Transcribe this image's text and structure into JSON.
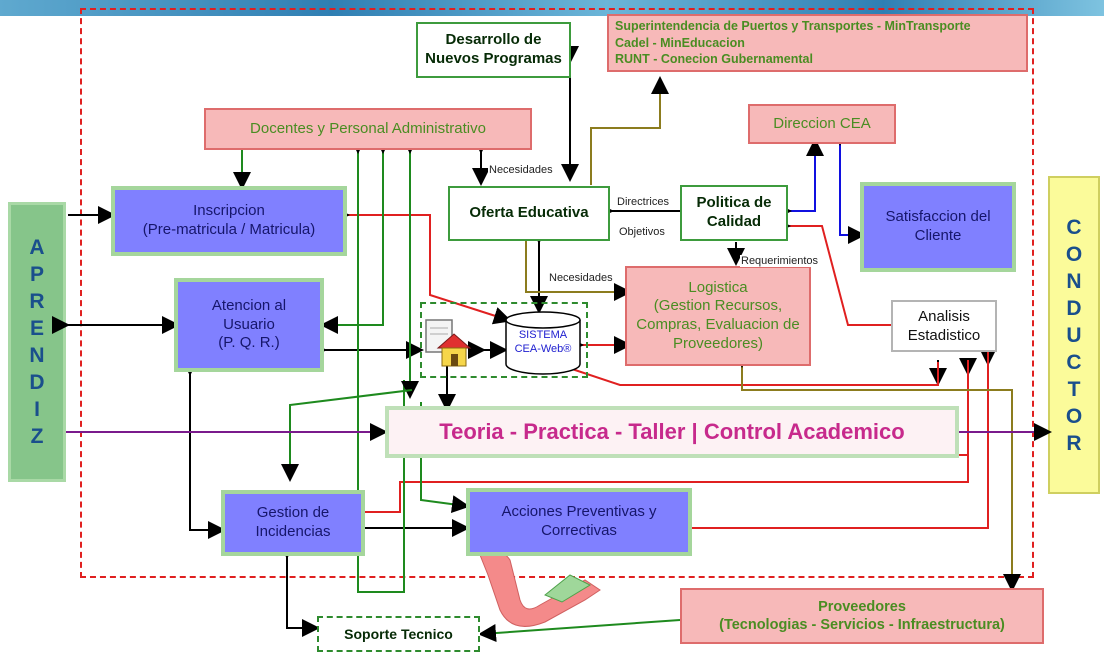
{
  "actors": {
    "left_letters": [
      "A",
      "P",
      "R",
      "E",
      "N",
      "D",
      "I",
      "Z"
    ],
    "right_letters": [
      "C",
      "O",
      "N",
      "D",
      "U",
      "C",
      "T",
      "O",
      "R"
    ]
  },
  "nodes": {
    "desarrollo": "Desarrollo de\nNuevos Programas",
    "superintendencia": "Superintendencia de Puertos y Transportes - MinTransporte\nCadel - MinEducacion\nRUNT - Conecion Gubernamental",
    "docentes": "Docentes y Personal Administrativo",
    "direccion": "Direccion CEA",
    "inscripcion": "Inscripcion\n(Pre-matricula / Matricula)",
    "oferta": "Oferta Educativa",
    "politica": "Politica de\nCalidad",
    "satisfaccion": "Satisfaccion del\nCliente",
    "atencion": "Atencion al\nUsuario\n(P. Q. R.)",
    "sistema": "SISTEMA\nCEA-Web®",
    "logistica": "Logistica\n(Gestion Recursos,\nCompras, Evaluacion de\nProveedores)",
    "analisis": "Analisis\nEstadistico",
    "teoria": "Teoria - Practica - Taller | Control Academico",
    "gestion": "Gestion de\nIncidencias",
    "acciones": "Acciones Preventivas y\nCorrectivas",
    "soporte": "Soporte Tecnico",
    "proveedores": "Proveedores\n(Tecnologias - Servicios - Infraestructura)"
  },
  "edge_labels": {
    "necesidades_top": "Necesidades",
    "necesidades_bottom": "Necesidades",
    "directrices": "Directrices",
    "objetivos": "Objetivos",
    "requerimientos": "Requerimientos"
  },
  "colors": {
    "process_fill": "#8080ff",
    "process_border": "#a5d69c",
    "external_fill": "#f7b9b9",
    "external_border": "#de6c6c",
    "actor_left": "#86c58a",
    "actor_right": "#fbfb9a",
    "wire_black": "#000000",
    "wire_red": "#e02020",
    "wire_green": "#1e8a1e",
    "wire_olive": "#8c7c1e",
    "wire_blue": "#1010e0",
    "wire_purple": "#7a1a8c"
  },
  "icons": [
    "house-icon",
    "document-icon",
    "database-icon",
    "ribbon-arrow-icon"
  ]
}
